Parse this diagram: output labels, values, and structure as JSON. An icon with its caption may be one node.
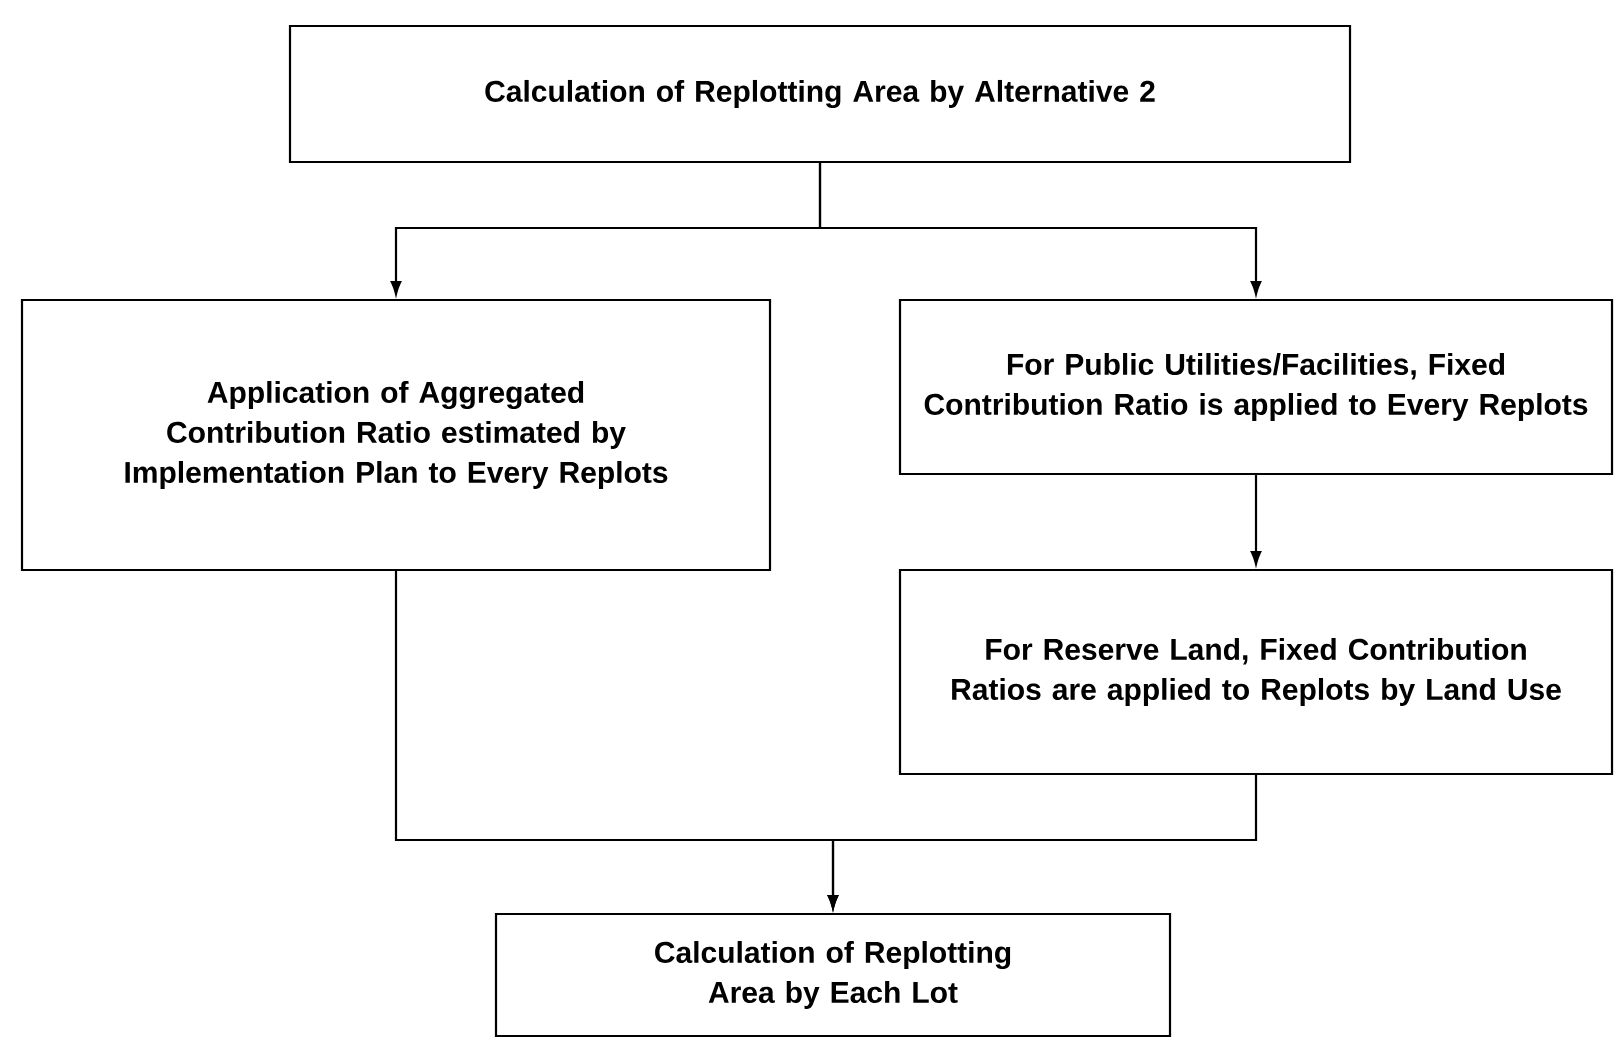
{
  "diagram": {
    "nodes": [
      {
        "text": [
          "Calculation of Replotting Area by Alternative 2"
        ]
      },
      {
        "text": [
          "Application of Aggregated Contribution Ratio estimated by Implementation Plan to Every Replots"
        ]
      },
      {
        "text": [
          "For Public Utilities/Facilities, Fixed Contribution Ratio is applied to Every Replots"
        ]
      },
      {
        "text": [
          "For Reserve Land, Fixed Contribution Ratios are applied to Replots by Land Use"
        ]
      },
      {
        "text": [
          "Calculation of Replotting Area by Each Lot"
        ]
      }
    ],
    "edges": [
      {
        "from": 0,
        "to": 1,
        "arrow": "to"
      },
      {
        "from": 0,
        "to": 2,
        "arrow": "to"
      },
      {
        "from": 2,
        "to": 3,
        "arrow": "to"
      },
      {
        "from": 1,
        "to": 4,
        "arrow": "to"
      },
      {
        "from": 3,
        "to": 4,
        "arrow": "to"
      }
    ]
  }
}
